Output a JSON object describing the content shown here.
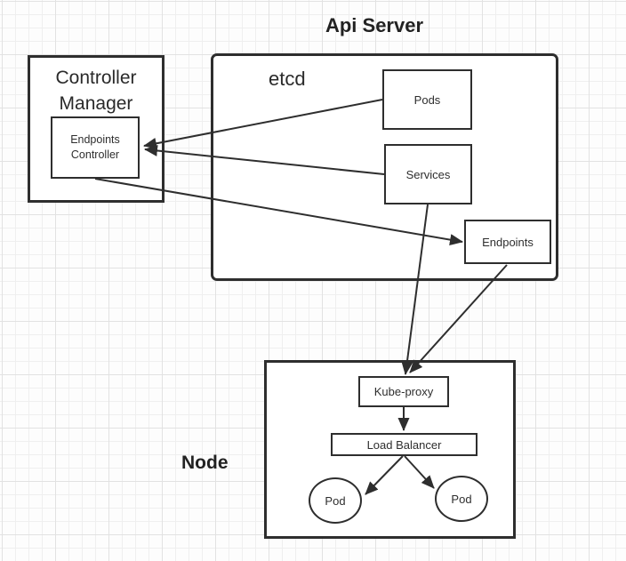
{
  "diagram": {
    "title": "Api Server",
    "api_server": {
      "inner_label": "etcd"
    },
    "controller_manager": {
      "label": "Controller Manager"
    },
    "node_group": {
      "label": "Node"
    },
    "nodes": {
      "pods": "Pods",
      "services": "Services",
      "endpoints": "Endpoints",
      "endpoints_controller": "Endpoints Controller",
      "kube_proxy": "Kube-proxy",
      "load_balancer": "Load Balancer",
      "pod_left": "Pod",
      "pod_right": "Pod"
    },
    "edges": [
      {
        "from": "Pods",
        "to": "Endpoints Controller"
      },
      {
        "from": "Services",
        "to": "Endpoints Controller"
      },
      {
        "from": "Endpoints Controller",
        "to": "Endpoints"
      },
      {
        "from": "Services",
        "to": "Kube-proxy"
      },
      {
        "from": "Endpoints",
        "to": "Kube-proxy"
      },
      {
        "from": "Kube-proxy",
        "to": "Load Balancer"
      },
      {
        "from": "Load Balancer",
        "to": "Pod (left)"
      },
      {
        "from": "Load Balancer",
        "to": "Pod (right)"
      }
    ],
    "colors": {
      "stroke": "#2e2e2e",
      "shape_fill": "#ffffff",
      "grid_minor": "#efefef",
      "grid_major": "#e2e2e2",
      "background": "#fdfdfd"
    }
  }
}
